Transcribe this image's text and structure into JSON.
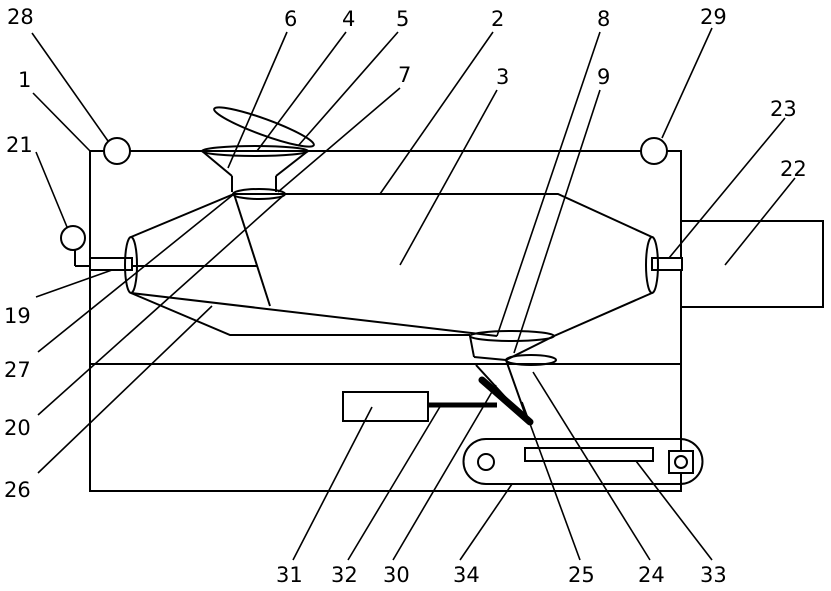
{
  "diagram": {
    "parts": {
      "p1": "1",
      "p2": "2",
      "p3": "3",
      "p4": "4",
      "p5": "5",
      "p6": "6",
      "p7": "7",
      "p8": "8",
      "p9": "9",
      "p19": "19",
      "p20": "20",
      "p21": "21",
      "p22": "22",
      "p23": "23",
      "p24": "24",
      "p25": "25",
      "p26": "26",
      "p27": "27",
      "p28": "28",
      "p29": "29",
      "p30": "30",
      "p31": "31",
      "p32": "32",
      "p33": "33",
      "p34": "34"
    }
  }
}
